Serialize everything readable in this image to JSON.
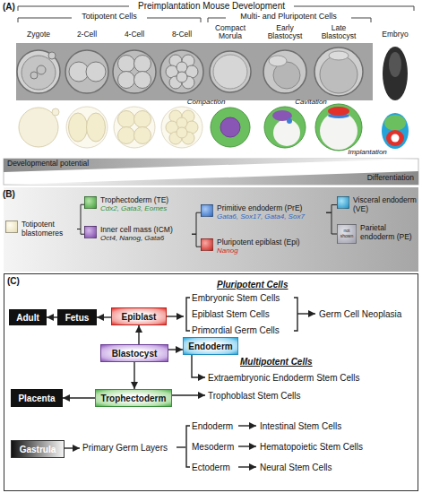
{
  "diagram": {
    "nodes": [
      {
        "text": [
          "Totipotent blastomeres"
        ]
      },
      {
        "text": [
          "Trophectoderm (TE)",
          "Cdx2, Gata3, Eomes"
        ]
      },
      {
        "text": [
          "Inner cell mass (ICM)",
          "Oct4, Nanog, Gata6"
        ]
      },
      {
        "text": [
          "Primitive endoderm (PrE)",
          "Gata6, Sox17, Gata4, Sox7"
        ]
      },
      {
        "text": [
          "Pluripotent epiblast (Epi)",
          "Nanog"
        ]
      },
      {
        "text": [
          "Visceral endoderm (VE)"
        ]
      },
      {
        "text": [
          "not shown",
          "Parietal endoderm (PE)"
        ]
      },
      {
        "text": [
          "Adult"
        ]
      },
      {
        "text": [
          "Fetus"
        ]
      },
      {
        "text": [
          "Epiblast"
        ]
      },
      {
        "text": [
          "Endoderm"
        ]
      },
      {
        "text": [
          "Blastocyst"
        ]
      },
      {
        "text": [
          "Placenta"
        ]
      },
      {
        "text": [
          "Trophectoderm"
        ]
      },
      {
        "text": [
          "Gastrula"
        ]
      }
    ],
    "edges": [
      {
        "from": 0,
        "to": 1,
        "arrow": "none"
      },
      {
        "from": 0,
        "to": 2,
        "arrow": "none"
      },
      {
        "from": 2,
        "to": 3,
        "arrow": "none"
      },
      {
        "from": 2,
        "to": 4,
        "arrow": "none"
      },
      {
        "from": 3,
        "to": 5,
        "arrow": "none"
      },
      {
        "from": 3,
        "to": 6,
        "arrow": "none"
      },
      {
        "from": 9,
        "to": 8,
        "arrow": "to"
      },
      {
        "from": 8,
        "to": 7,
        "arrow": "to"
      },
      {
        "from": 11,
        "to": 9,
        "arrow": "to"
      },
      {
        "from": 11,
        "to": 10,
        "arrow": "to"
      },
      {
        "from": 11,
        "to": 13,
        "arrow": "to"
      },
      {
        "from": 13,
        "to": 12,
        "arrow": "to"
      }
    ],
    "labels": [
      "(A)",
      "Preimplantation Mouse Development",
      "Totipotent Cells",
      "Multi- and Pluripotent Cells",
      "Zygote",
      "2-Cell",
      "4-Cell",
      "8-Cell",
      "Compact Morula",
      "Early Blastocyst",
      "Late Blastocyst",
      "Embryo",
      "Compaction",
      "Cavitation",
      "Implantation",
      "Developmental potential",
      "Differentiation",
      "(B)",
      "(C)",
      "Pluripotent Cells",
      "Embryonic Stem Cells",
      "Epiblast Stem Cells",
      "Primordial Germ Cells",
      "Germ Cell Neoplasia",
      "Multipotent Cells",
      "Extraembryonic Endoderm Stem Cells",
      "Trophoblast Stem Cells",
      "Primary Germ Layers",
      "Endoderm",
      "Intestinal Stem Cells",
      "Mesoderm",
      "Hematopoietic Stem Cells",
      "Ectoderm",
      "Neural Stem Cells"
    ]
  }
}
